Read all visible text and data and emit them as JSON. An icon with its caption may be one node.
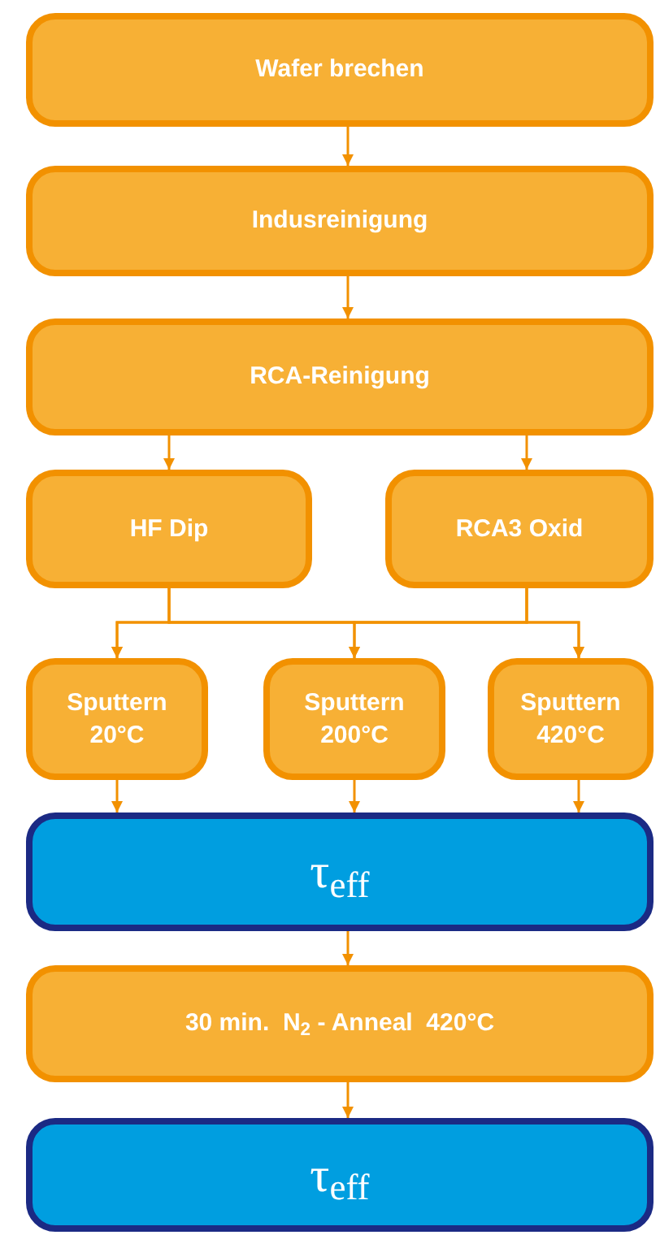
{
  "diagram": {
    "nodes": [
      {
        "text": [
          "Wafer brechen"
        ]
      },
      {
        "text": [
          "Indusreinigung"
        ]
      },
      {
        "text": [
          "RCA-Reinigung"
        ]
      },
      {
        "text": [
          "HF Dip"
        ]
      },
      {
        "text": [
          "RCA3 Oxid"
        ]
      },
      {
        "text": [
          "Sputtern 20°C"
        ]
      },
      {
        "text": [
          "Sputtern 200°C"
        ]
      },
      {
        "text": [
          "Sputtern 420°C"
        ]
      },
      {
        "text": [
          "τ$_{eff}$"
        ]
      },
      {
        "text": [
          "30 min.  N$_{2}$ - Anneal  420°C"
        ]
      },
      {
        "text": [
          "τ$_{eff}$"
        ]
      }
    ],
    "edges": [
      {
        "from": 0,
        "to": 1,
        "arrow": "to"
      },
      {
        "from": 1,
        "to": 2,
        "arrow": "to"
      },
      {
        "from": 2,
        "to": 3,
        "arrow": "to"
      },
      {
        "from": 2,
        "to": 4,
        "arrow": "to"
      },
      {
        "from": 3,
        "to": 5,
        "arrow": "to"
      },
      {
        "from": 3,
        "to": 6,
        "arrow": "to"
      },
      {
        "from": 3,
        "to": 7,
        "arrow": "to"
      },
      {
        "from": 4,
        "to": 5,
        "arrow": "to"
      },
      {
        "from": 4,
        "to": 6,
        "arrow": "to"
      },
      {
        "from": 4,
        "to": 7,
        "arrow": "to"
      },
      {
        "from": 5,
        "to": 8,
        "arrow": "to"
      },
      {
        "from": 6,
        "to": 8,
        "arrow": "to"
      },
      {
        "from": 7,
        "to": 8,
        "arrow": "to"
      },
      {
        "from": 8,
        "to": 9,
        "arrow": "to"
      },
      {
        "from": 9,
        "to": 10,
        "arrow": "to"
      }
    ]
  }
}
